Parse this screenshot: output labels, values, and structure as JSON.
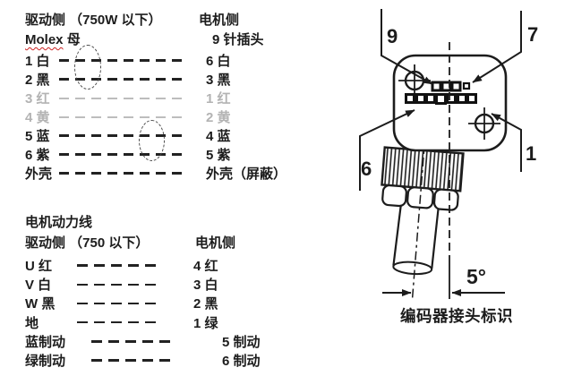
{
  "page": {
    "background": "#ffffff",
    "text_color": "#1c1c1c",
    "gray_row_color": "#b3b3b3",
    "squiggle_color": "#cc2222"
  },
  "encoder_table": {
    "title_left": "驱动侧 （750W 以下）",
    "title_right": "电机侧",
    "sub_left_brand": "Molex",
    "sub_left_suffix": "母",
    "sub_right": "9 针插头",
    "rows": [
      {
        "left": "1 白",
        "right": "6 白",
        "gray": false
      },
      {
        "left": "2 黑",
        "right": "3 黑",
        "gray": false
      },
      {
        "left": "3 红",
        "right": "1 红",
        "gray": true
      },
      {
        "left": "4 黄",
        "right": "2 黄",
        "gray": true
      },
      {
        "left": "5 蓝",
        "right": "4 蓝",
        "gray": false
      },
      {
        "left": "6 紫",
        "right": "5 紫",
        "gray": false
      },
      {
        "left": "外壳",
        "right": "外壳（屏蔽）",
        "gray": false
      }
    ]
  },
  "power_table": {
    "title": "电机动力线",
    "header_left": "驱动侧 （750 以下）",
    "header_right": "电机侧",
    "rows": [
      {
        "left": "U 红",
        "right": "4 红"
      },
      {
        "left": "V 白",
        "right": "3 白"
      },
      {
        "left": "W 黑",
        "right": "2 黑"
      },
      {
        "left": "地",
        "right": "1 绿"
      },
      {
        "left": "蓝制动",
        "right": "5 制动"
      },
      {
        "left": "绿制动",
        "right": "6 制动"
      }
    ]
  },
  "connector": {
    "pin_top_left": "9",
    "pin_top_right": "7",
    "pin_bottom_left": "6",
    "pin_bottom_right": "1",
    "angle_label": "5°",
    "caption": "编码器接头标识"
  }
}
